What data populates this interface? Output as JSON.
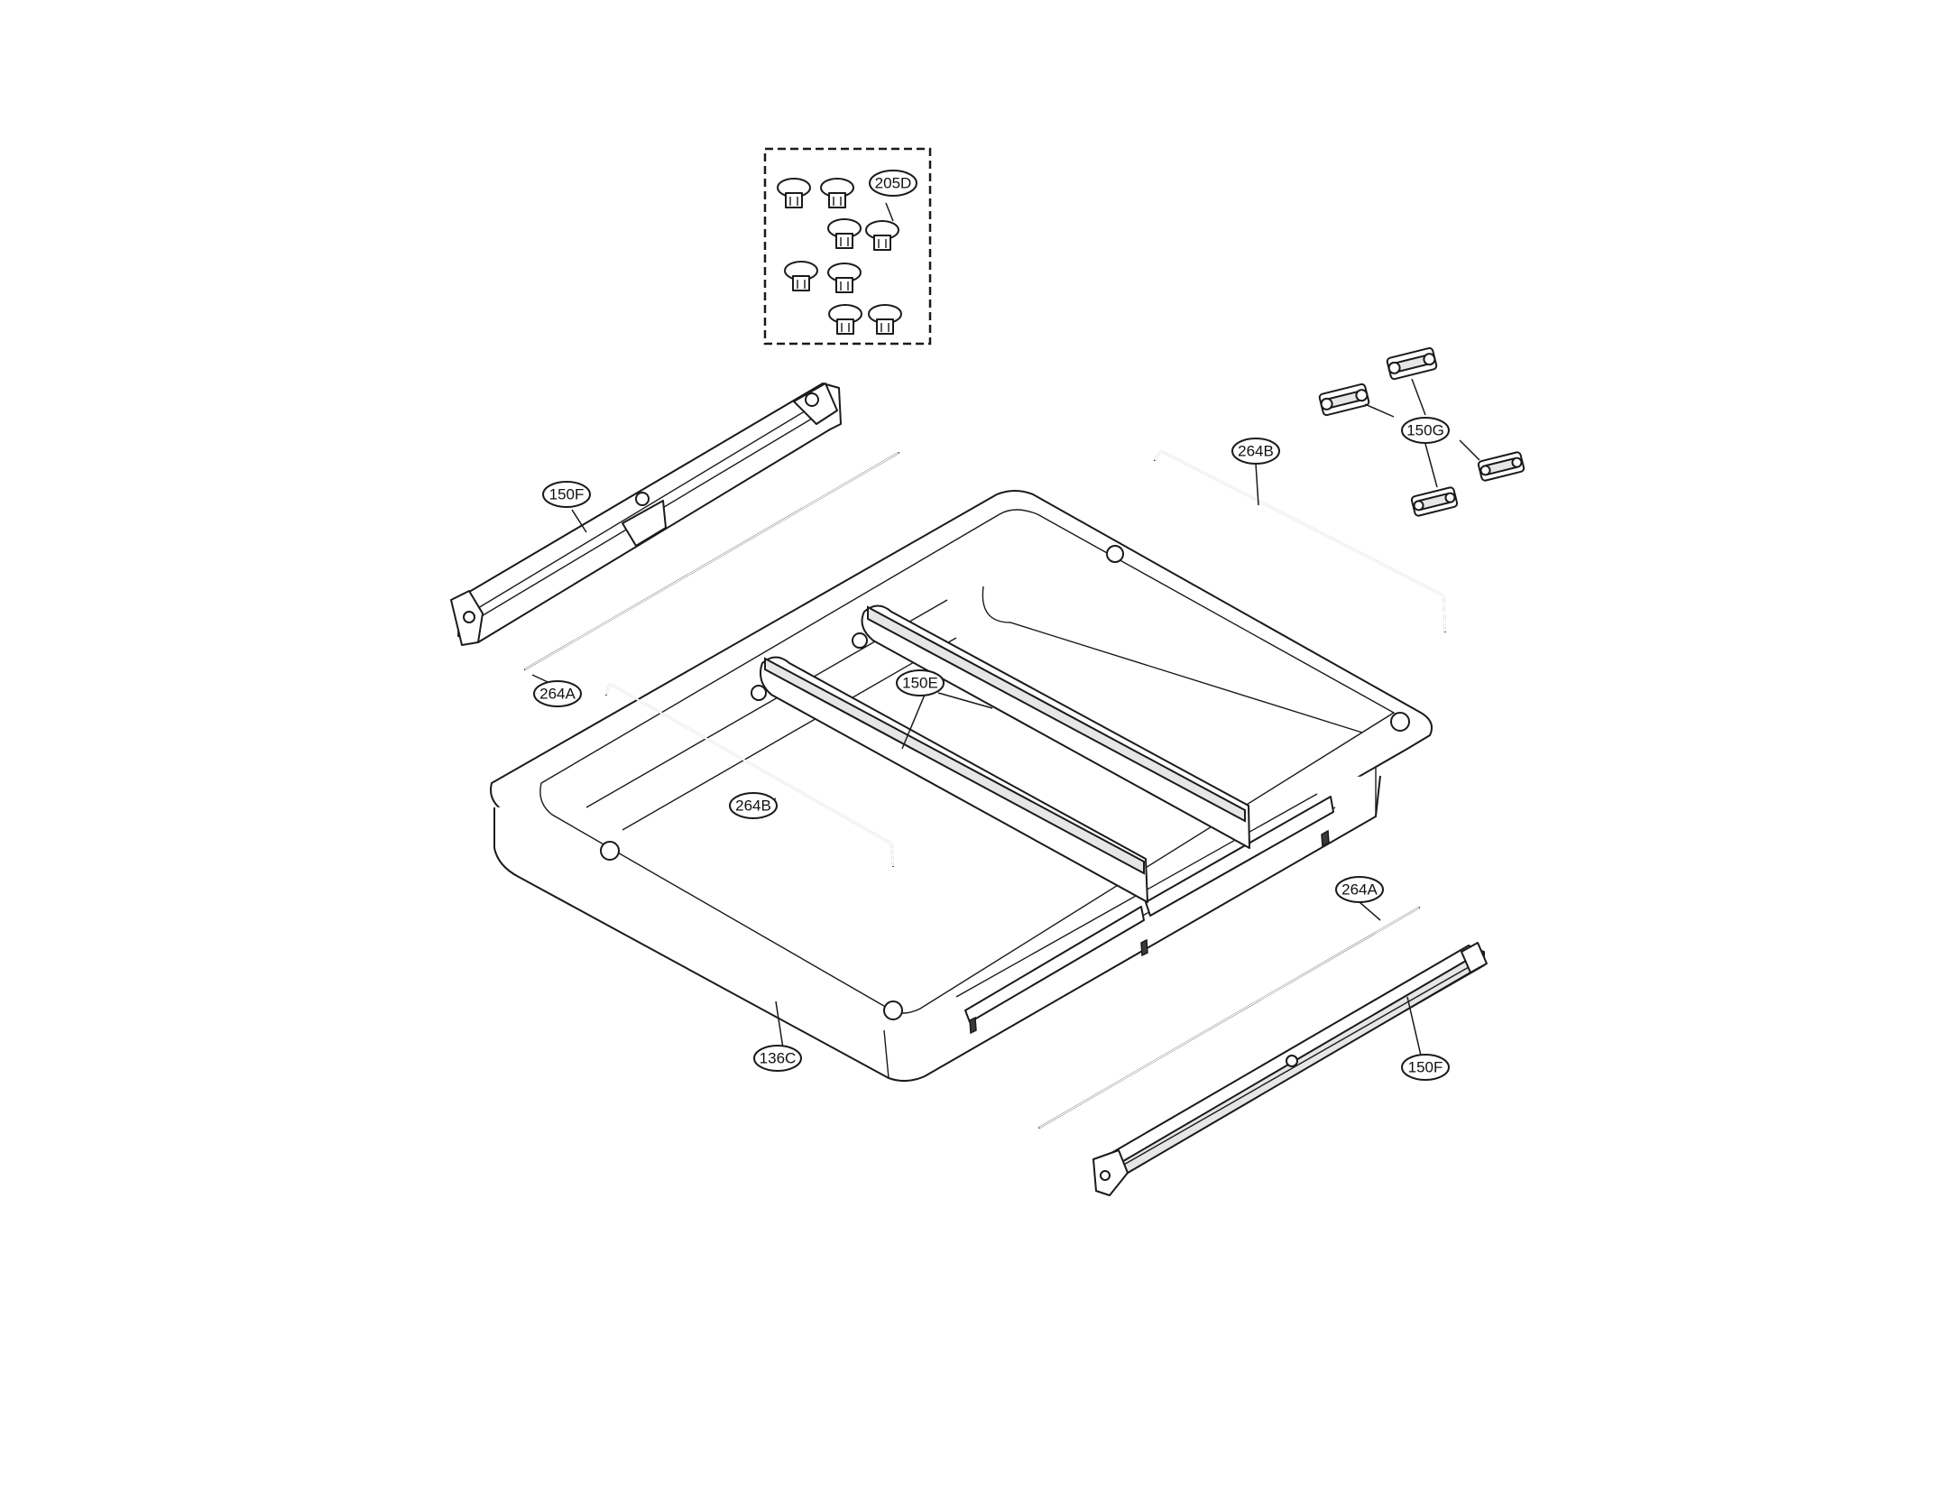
{
  "callouts": {
    "c205D": "205D",
    "c150G": "150G",
    "c264B_top": "264B",
    "c150F_left": "150F",
    "c264A_left": "264A",
    "c150E": "150E",
    "c264B_mid": "264B",
    "c264A_right": "264A",
    "c150F_right": "150F",
    "c136C": "136C"
  }
}
